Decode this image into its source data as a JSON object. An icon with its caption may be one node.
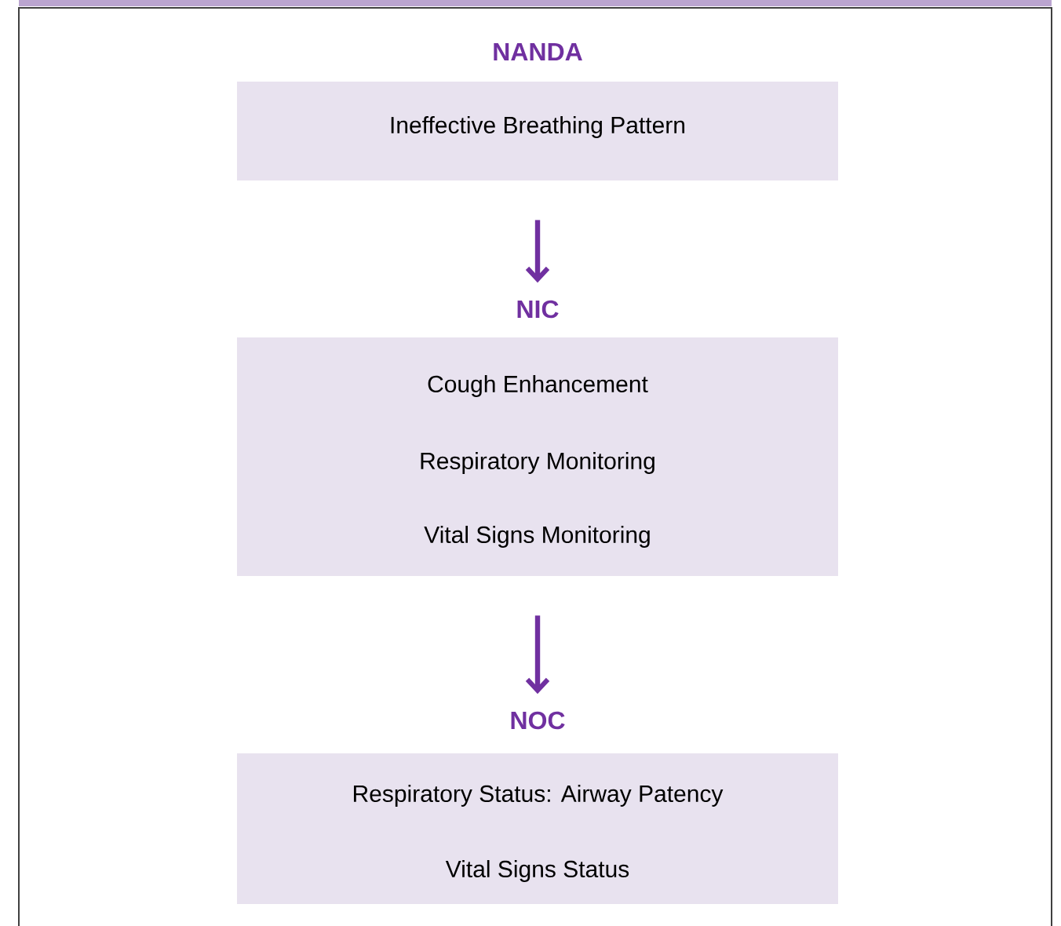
{
  "diagram": {
    "nodes": [
      {
        "text": [
          "NANDA",
          "Ineffective Breathing Pattern"
        ]
      },
      {
        "text": [
          "NIC",
          "Cough Enhancement",
          "Respiratory Monitoring",
          "Vital Signs Monitoring"
        ]
      },
      {
        "text": [
          "NOC",
          "Respiratory Status: Airway Patency",
          "Vital Signs Status"
        ]
      }
    ],
    "edges": [
      {
        "from": 0,
        "to": 1,
        "arrow": "to"
      },
      {
        "from": 1,
        "to": 2,
        "arrow": "to"
      }
    ]
  }
}
